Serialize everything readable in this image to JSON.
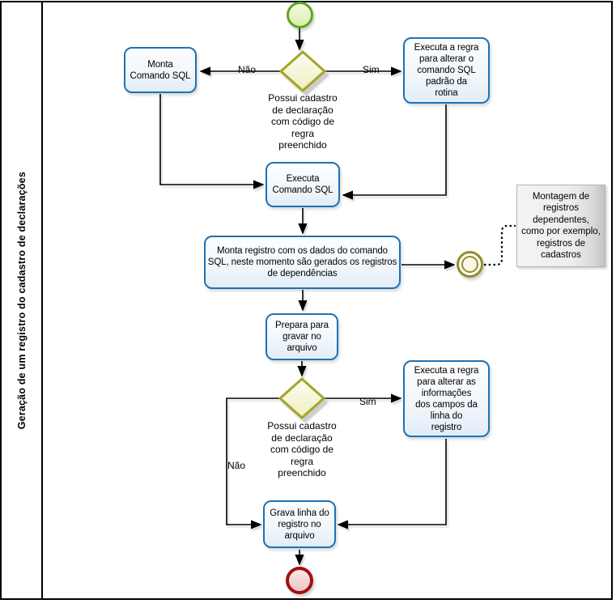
{
  "pool": {
    "lane_title": "Geração de um registro do cadastro de declarações"
  },
  "colors": {
    "task_border": "#1d72b5",
    "gateway_border": "#a5a428",
    "start_event_border": "#5ca527",
    "intermediate_event_border": "#8f8f2a",
    "end_event_border": "#a40f0f",
    "connector": "#000000",
    "annotation_fill": "#ededed"
  },
  "nodes": {
    "start_event": {
      "type": "start-event"
    },
    "gateway_1": {
      "label": "Possui cadastro\nde declaração\ncom código de\nregra\npreenchido"
    },
    "task_monta_comando_sql": {
      "label": "Monta\nComando SQL"
    },
    "task_executa_regra_comando": {
      "label": "Executa a regra\npara alterar o\ncomando SQL\npadrão da\nrotina"
    },
    "task_executa_comando_sql": {
      "label": "Executa\nComando SQL"
    },
    "task_monta_registro": {
      "label": "Monta registro com os dados do comando\nSQL, neste momento são gerados os registros\nde dependências"
    },
    "intermediate_event": {
      "type": "intermediate-event"
    },
    "annotation": {
      "text": "Montagem de\nregistros\ndependentes,\ncomo por exemplo,\nregistros de\ncadastros"
    },
    "task_prepara_gravar": {
      "label": "Prepara para\ngravar no\narquivo"
    },
    "gateway_2": {
      "label": "Possui cadastro\nde declaração\ncom código de\nregra\npreenchido"
    },
    "task_executa_regra_registro": {
      "label": "Executa a regra\npara alterar as\ninformações\ndos campos da\nlinha do\nregistro"
    },
    "task_grava_linha": {
      "label": "Grava linha do\nregistro no\narquivo"
    },
    "end_event": {
      "type": "end-event"
    }
  },
  "edges": {
    "gateway1_no": "Não",
    "gateway1_yes": "Sim",
    "gateway2_yes": "Sim",
    "gateway2_no": "Não"
  }
}
